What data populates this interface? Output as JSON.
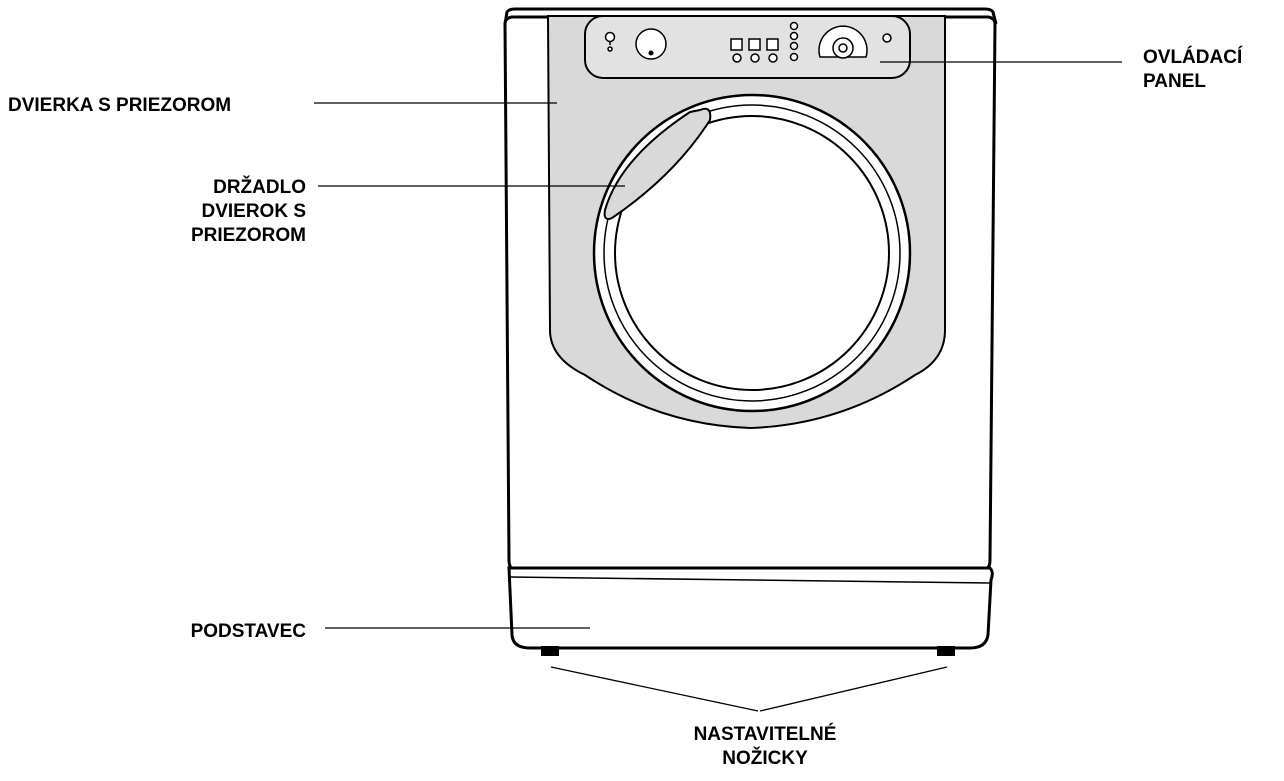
{
  "labels": {
    "door": "DVIERKA S PRIEZOROM",
    "handle": "DRŽADLO\nDVIEROK S\nPRIEZOROM",
    "panel": "OVLÁDACÍ\nPANEL",
    "base": "PODSTAVEC",
    "feet": "NASTAVITELNÉ\nNOŽICKY"
  },
  "colors": {
    "outline": "#000000",
    "panel_fill": "#d9d9d9",
    "body_fill": "#ffffff"
  }
}
